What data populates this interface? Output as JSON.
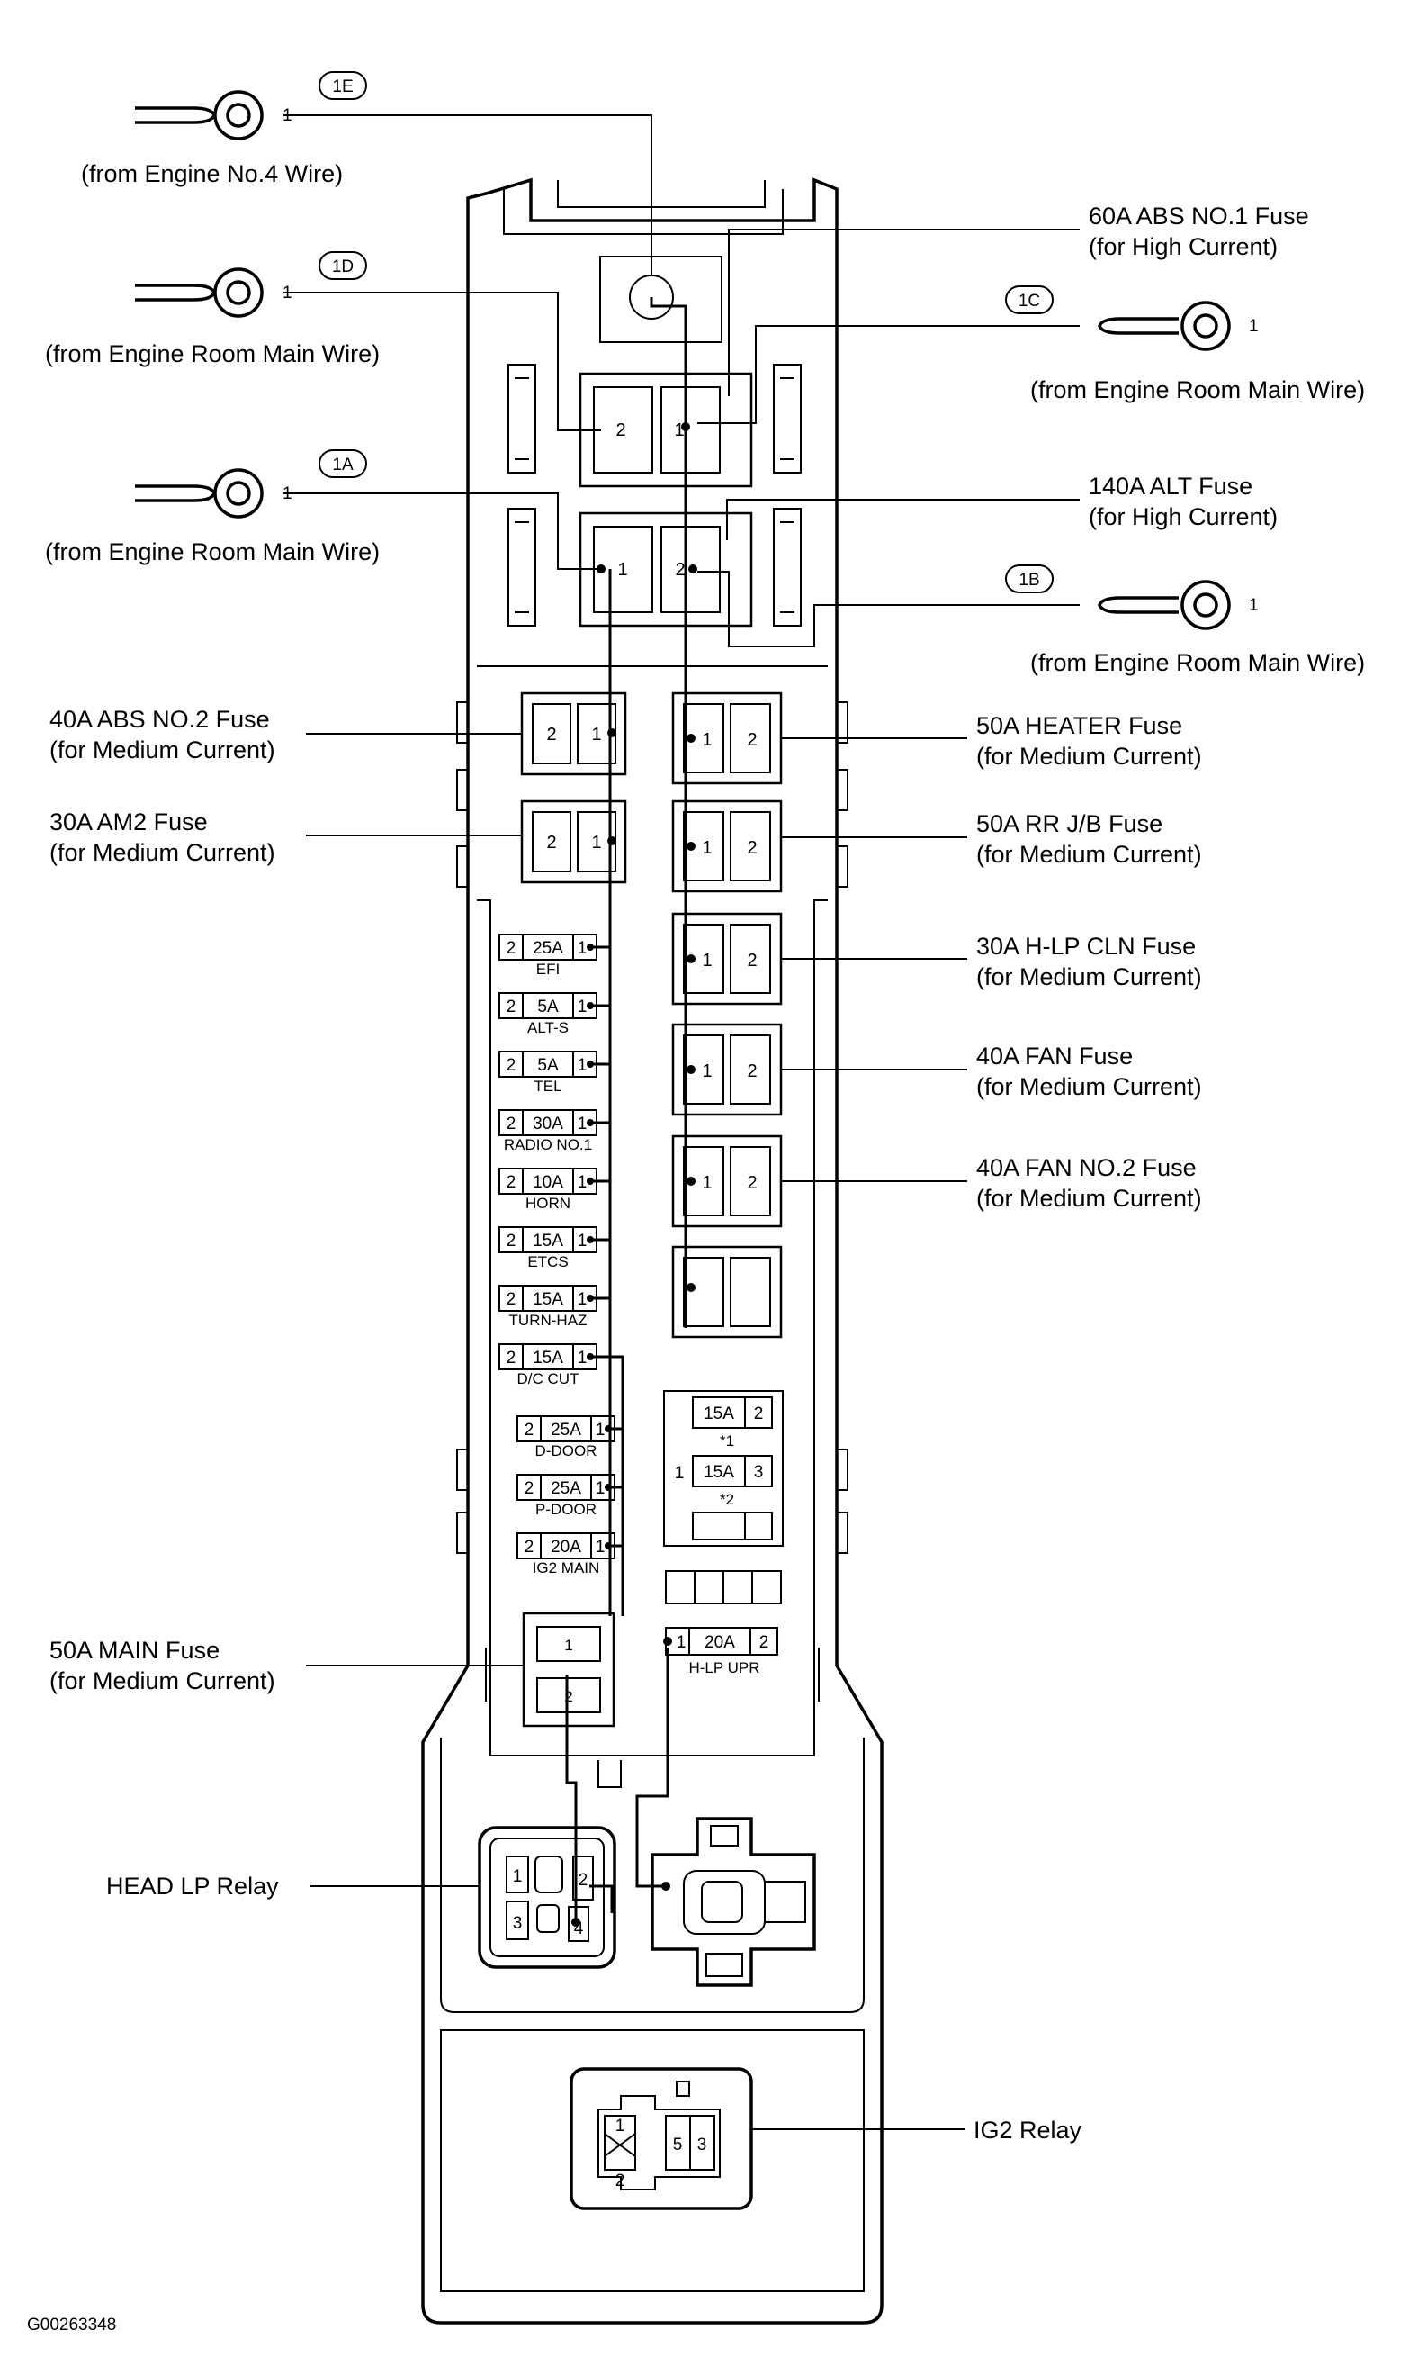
{
  "terminals": [
    {
      "tag": "1E",
      "pin": "1",
      "source": "(from Engine No.4 Wire)"
    },
    {
      "tag": "1D",
      "pin": "1",
      "source": "(from Engine Room Main Wire)"
    },
    {
      "tag": "1A",
      "pin": "1",
      "source": "(from Engine Room Main Wire)"
    },
    {
      "tag": "1C",
      "pin": "1",
      "source": "(from Engine Room Main Wire)"
    },
    {
      "tag": "1B",
      "pin": "1",
      "source": "(from Engine Room Main Wire)"
    }
  ],
  "left_labels": [
    {
      "line1": "40A ABS NO.2 Fuse",
      "line2": "(for Medium Current)"
    },
    {
      "line1": "30A AM2 Fuse",
      "line2": "(for Medium Current)"
    },
    {
      "line1": "50A MAIN Fuse",
      "line2": "(for Medium Current)"
    },
    {
      "line1": "HEAD LP Relay",
      "line2": ""
    }
  ],
  "right_labels": [
    {
      "line1": "60A ABS NO.1 Fuse",
      "line2": "(for High Current)"
    },
    {
      "line1": "140A ALT Fuse",
      "line2": "(for High Current)"
    },
    {
      "line1": "50A HEATER Fuse",
      "line2": "(for Medium Current)"
    },
    {
      "line1": "50A RR J/B Fuse",
      "line2": "(for Medium Current)"
    },
    {
      "line1": "30A H-LP CLN Fuse",
      "line2": "(for Medium Current)"
    },
    {
      "line1": "40A FAN Fuse",
      "line2": "(for Medium Current)"
    },
    {
      "line1": "40A FAN NO.2 Fuse",
      "line2": "(for Medium Current)"
    },
    {
      "line1": "IG2 Relay",
      "line2": ""
    }
  ],
  "mini_fuses": [
    {
      "rating": "25A",
      "name": "EFI"
    },
    {
      "rating": "5A",
      "name": "ALT-S"
    },
    {
      "rating": "5A",
      "name": "TEL"
    },
    {
      "rating": "30A",
      "name": "RADIO NO.1"
    },
    {
      "rating": "10A",
      "name": "HORN"
    },
    {
      "rating": "15A",
      "name": "ETCS"
    },
    {
      "rating": "15A",
      "name": "TURN-HAZ"
    },
    {
      "rating": "15A",
      "name": "D/C CUT"
    },
    {
      "rating": "25A",
      "name": "D-DOOR"
    },
    {
      "rating": "25A",
      "name": "P-DOOR"
    },
    {
      "rating": "20A",
      "name": "IG2 MAIN"
    }
  ],
  "pins": {
    "one": "1",
    "two": "2",
    "three": "3",
    "four": "4",
    "five": "5"
  },
  "option_block": {
    "f1": "15A",
    "f2": "15A",
    "note1": "*1",
    "note2": "*2",
    "pin_common": "1",
    "pin_a": "2",
    "pin_b": "3"
  },
  "hlp_upr": {
    "rating": "20A",
    "name": "H-LP UPR"
  },
  "figure_code": "G00263348"
}
